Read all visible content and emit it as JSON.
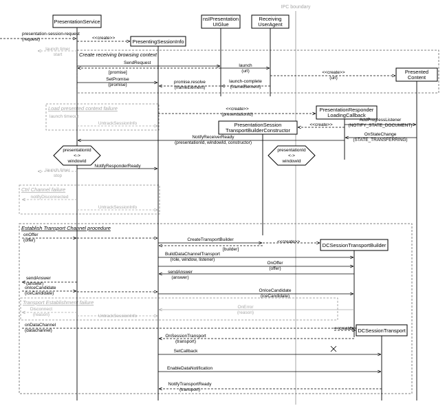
{
  "ipc_boundary": "IPC boundary",
  "participants": {
    "presentation_service": "PresentationService",
    "presenting_session_info": "PresentingSessionInfo",
    "ns_ipresentation_uiglue": [
      "nsIPresentation",
      "UIGlue"
    ],
    "receiving_user_agent": [
      "Receiving",
      "UserAgent"
    ],
    "presented_content": [
      "Presented",
      "Content"
    ],
    "responder_loading_callback": [
      "PresentationResponder",
      "LoadingCallback"
    ],
    "transport_builder_constructor": [
      "PresentationSession",
      "TransportBuilderConstructor"
    ],
    "dc_session_transport_builder": "DCSessionTransportBuilder",
    "dc_session_transport": "DCSessionTransport"
  },
  "fragments": {
    "create_context": "Create receiving browsing context",
    "load_failure": "Load presented context failure",
    "ctrl_channel_failure": "Ctrl Channel failure",
    "establish_transport": "Establish Transport Channel procedure",
    "transport_failure": "Transport Establishment failure"
  },
  "states": {
    "left": [
      "presentationId",
      "<->",
      "windowId"
    ],
    "right": [
      "presentationId",
      "<->",
      "windowId"
    ]
  },
  "messages": {
    "session_request": [
      "presentation-session-request",
      "(request)"
    ],
    "create_1": "<<create>>",
    "launch_timer_start": [
      "launch timer",
      "start"
    ],
    "send_request": "SendRequest",
    "launch": [
      "launch",
      "(url)"
    ],
    "promise": "[promise]",
    "create_2": [
      "<<create>>",
      "(url)"
    ],
    "set_promise": [
      "SetPromise",
      "(promise)"
    ],
    "promise_resolve": [
      "promise.resolve",
      "(frameElement)"
    ],
    "launch_complete": [
      "launch-complete",
      "(frameElement)"
    ],
    "create_3": [
      "<<create>>",
      "(presentationId)"
    ],
    "launch_timeout": "launch timeout",
    "untrack_1": "UntrackSessionInfo",
    "add_progress_listener": [
      "AddProgressListener",
      "(NOTIFY_STATE_DOCUMENT)"
    ],
    "create_4": "<<create>>",
    "on_state_change": [
      "OnStateChange",
      "(STATE_TRANSFERRING)"
    ],
    "notify_receiver_ready": [
      "NotifyReceiverReady",
      "(presentationId, windowId, constructor)"
    ],
    "notify_responder_ready": "NotifyResponderReady",
    "launch_timer_stop": [
      "launch timer",
      "stop"
    ],
    "notify_disconnected": "notifyDisconnected",
    "untrack_2": "UntrackSessionInfo",
    "on_offer": [
      "onOffer",
      "(offer)"
    ],
    "create_transport_builder": "CreateTransportBuilder",
    "create_5": "<<create>>",
    "builder": "[builder]",
    "build_dc_transport": [
      "BuildDataChannelTransport",
      "(role, window, listener)"
    ],
    "on_offer_2": [
      "OnOffer",
      "(offer)"
    ],
    "send_answer_1": [
      "sendAnswer",
      "(answer)"
    ],
    "send_answer_2": [
      "sendAnswer",
      "(answer)"
    ],
    "on_ice_candidate": [
      "onIceCandidate",
      "(iceCandidate)"
    ],
    "on_ice_candidate_2": [
      "OnIceCandidate",
      "(iceCandidate)"
    ],
    "disconnect": [
      "Disconnect",
      "(reason)"
    ],
    "on_error": [
      "OnError",
      "(reason)"
    ],
    "untrack_3": "UntrackSessionInfo",
    "on_data_channel": [
      "onDataChannel",
      "(datachannel)"
    ],
    "create_6": "<<create>>",
    "on_session_transport": [
      "OnSessionTransport",
      "(transport)"
    ],
    "set_callback": "SetCallback",
    "enable_data_notification": "EnableDataNotification",
    "notify_transport_ready": [
      "NotifyTransportReady",
      "(transport)"
    ]
  },
  "colors": {
    "line": "#000000",
    "failure_text": "#a6a6a6",
    "fragment_border": "#7f7f7f",
    "boundary": "#a6a6a6"
  }
}
